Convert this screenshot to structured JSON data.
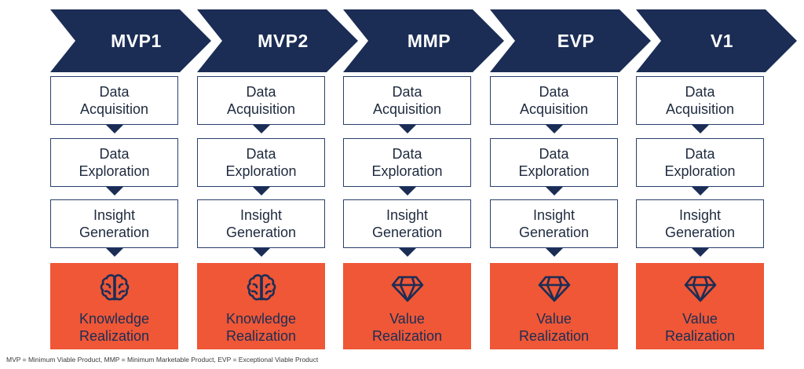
{
  "colors": {
    "chevron": "#1b2d55",
    "step_border": "#2a3f6e",
    "realization_bg": "#ef5736",
    "icon_stroke": "#1b2d55"
  },
  "stages": [
    {
      "label": "MVP1",
      "steps": [
        "Data\nAcquisition",
        "Data\nExploration",
        "Insight\nGeneration"
      ],
      "realization": {
        "icon": "brain-icon",
        "text": "Knowledge\nRealization"
      }
    },
    {
      "label": "MVP2",
      "steps": [
        "Data\nAcquisition",
        "Data\nExploration",
        "Insight\nGeneration"
      ],
      "realization": {
        "icon": "brain-icon",
        "text": "Knowledge\nRealization"
      }
    },
    {
      "label": "MMP",
      "steps": [
        "Data\nAcquisition",
        "Data\nExploration",
        "Insight\nGeneration"
      ],
      "realization": {
        "icon": "diamond-icon",
        "text": "Value\nRealization"
      }
    },
    {
      "label": "EVP",
      "steps": [
        "Data\nAcquisition",
        "Data\nExploration",
        "Insight\nGeneration"
      ],
      "realization": {
        "icon": "diamond-icon",
        "text": "Value\nRealization"
      }
    },
    {
      "label": "V1",
      "steps": [
        "Data\nAcquisition",
        "Data\nExploration",
        "Insight\nGeneration"
      ],
      "realization": {
        "icon": "diamond-icon",
        "text": "Value\nRealization"
      }
    }
  ],
  "footnote": "MVP = Minimum Viable Product, MMP = Minimum Marketable Product, EVP = Exceptional Viable Product"
}
